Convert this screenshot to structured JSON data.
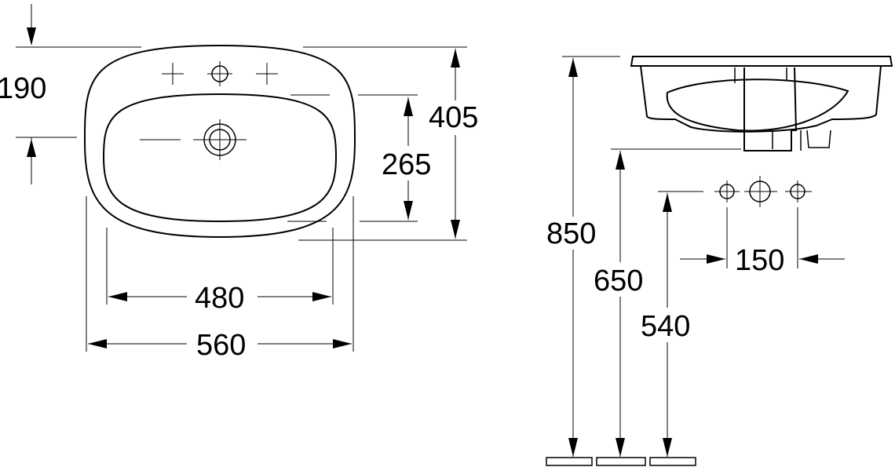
{
  "colors": {
    "line": "#000000",
    "background": "#ffffff"
  },
  "dimensions": {
    "top_offset": "190",
    "outer_depth": "405",
    "inner_depth": "265",
    "inner_width": "480",
    "outer_width": "560",
    "floor_to_rim": "850",
    "floor_to_underside": "650",
    "floor_to_waste": "540",
    "tap_spacing": "150"
  },
  "icons": {
    "tap_hole_marker": "crosshair-circle-icon",
    "knockout_marker": "crosshair-plus-icon",
    "waste_hole": "concentric-circle-icon"
  }
}
